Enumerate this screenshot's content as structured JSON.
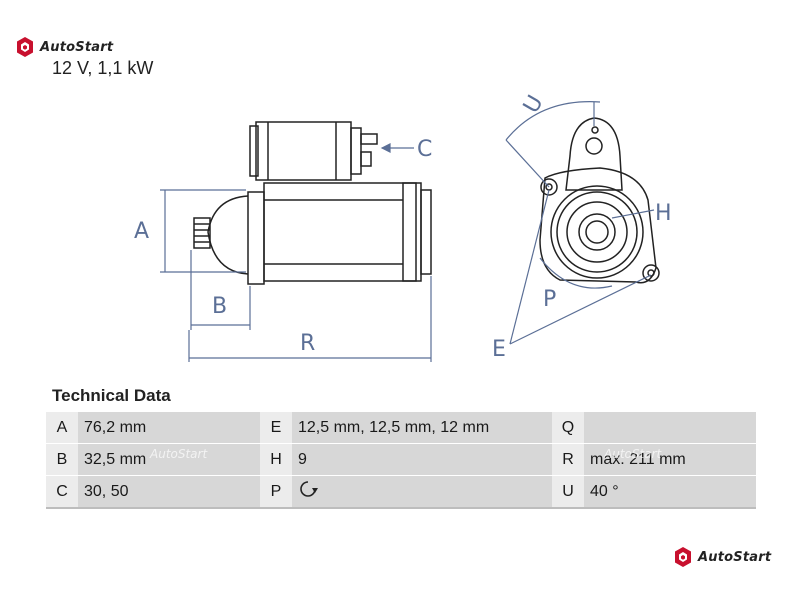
{
  "brand": {
    "name": "AutoStart",
    "color": "#c8102e"
  },
  "spec_line": "12 V, 1,1 kW",
  "drawing": {
    "labels": {
      "A": "A",
      "B": "B",
      "C": "C",
      "E": "E",
      "H": "H",
      "P": "P",
      "R": "R",
      "U": "U"
    },
    "line_color": "#5b6f96",
    "part_color": "#222222"
  },
  "tech": {
    "title": "Technical Data",
    "rows": [
      {
        "k1": "A",
        "v1": "76,2 mm",
        "k2": "E",
        "v2": "12,5 mm, 12,5 mm, 12 mm",
        "k3": "Q",
        "v3": ""
      },
      {
        "k1": "B",
        "v1": "32,5 mm",
        "k2": "H",
        "v2": "9",
        "k3": "R",
        "v3": "max. 211 mm"
      },
      {
        "k1": "C",
        "v1": "30, 50",
        "k2": "P",
        "v2": "rotation-icon",
        "k3": "U",
        "v3": "40 °"
      }
    ]
  },
  "watermark": "AutoStart"
}
